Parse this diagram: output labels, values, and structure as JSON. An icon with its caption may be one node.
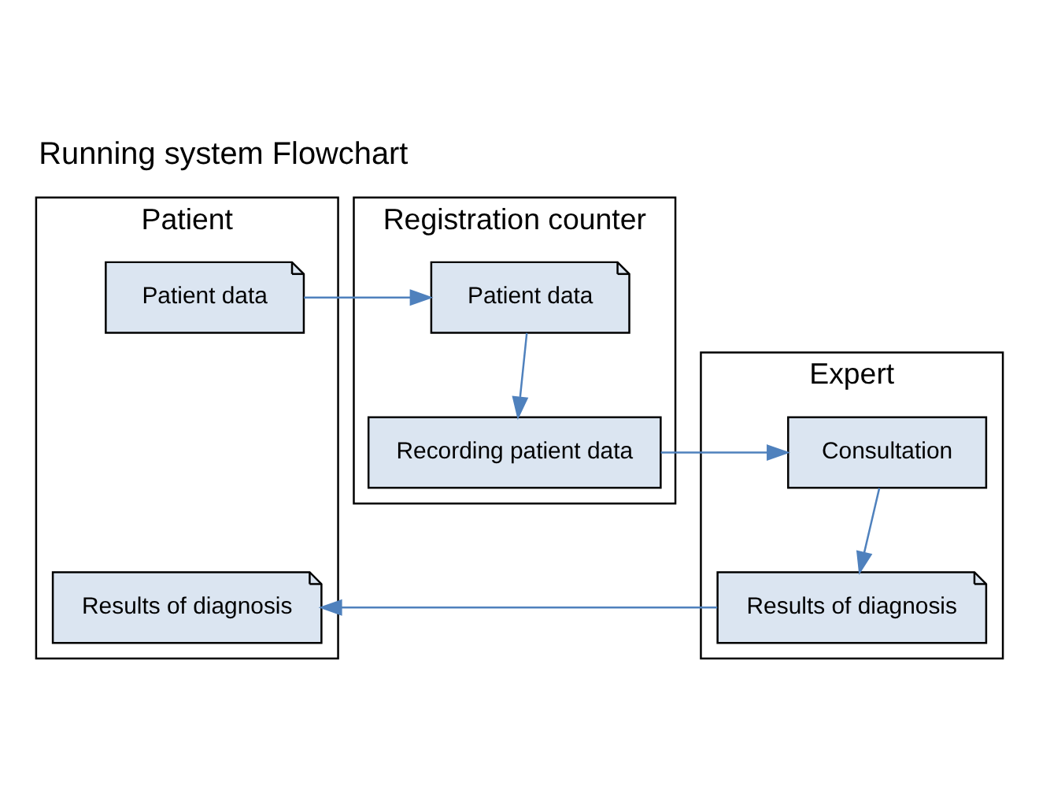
{
  "diagram": {
    "title": "Running system Flowchart",
    "nodes": [
      {
        "text": [
          "Patient"
        ]
      },
      {
        "text": [
          "Registration counter"
        ]
      },
      {
        "text": [
          "Expert"
        ]
      },
      {
        "text": [
          "Patient data"
        ],
        "in": 0
      },
      {
        "text": [
          "Patient data"
        ],
        "in": 1
      },
      {
        "text": [
          "Recording patient data"
        ],
        "in": 1
      },
      {
        "text": [
          "Consultation"
        ],
        "in": 2
      },
      {
        "text": [
          "Results of diagnosis"
        ],
        "in": 2
      },
      {
        "text": [
          "Results of diagnosis"
        ],
        "in": 0
      }
    ],
    "edges": [
      {
        "from": 3,
        "to": 4,
        "arrow": "to"
      },
      {
        "from": 4,
        "to": 5,
        "arrow": "to"
      },
      {
        "from": 5,
        "to": 6,
        "arrow": "to"
      },
      {
        "from": 6,
        "to": 7,
        "arrow": "to"
      },
      {
        "from": 7,
        "to": 8,
        "arrow": "to"
      }
    ]
  }
}
